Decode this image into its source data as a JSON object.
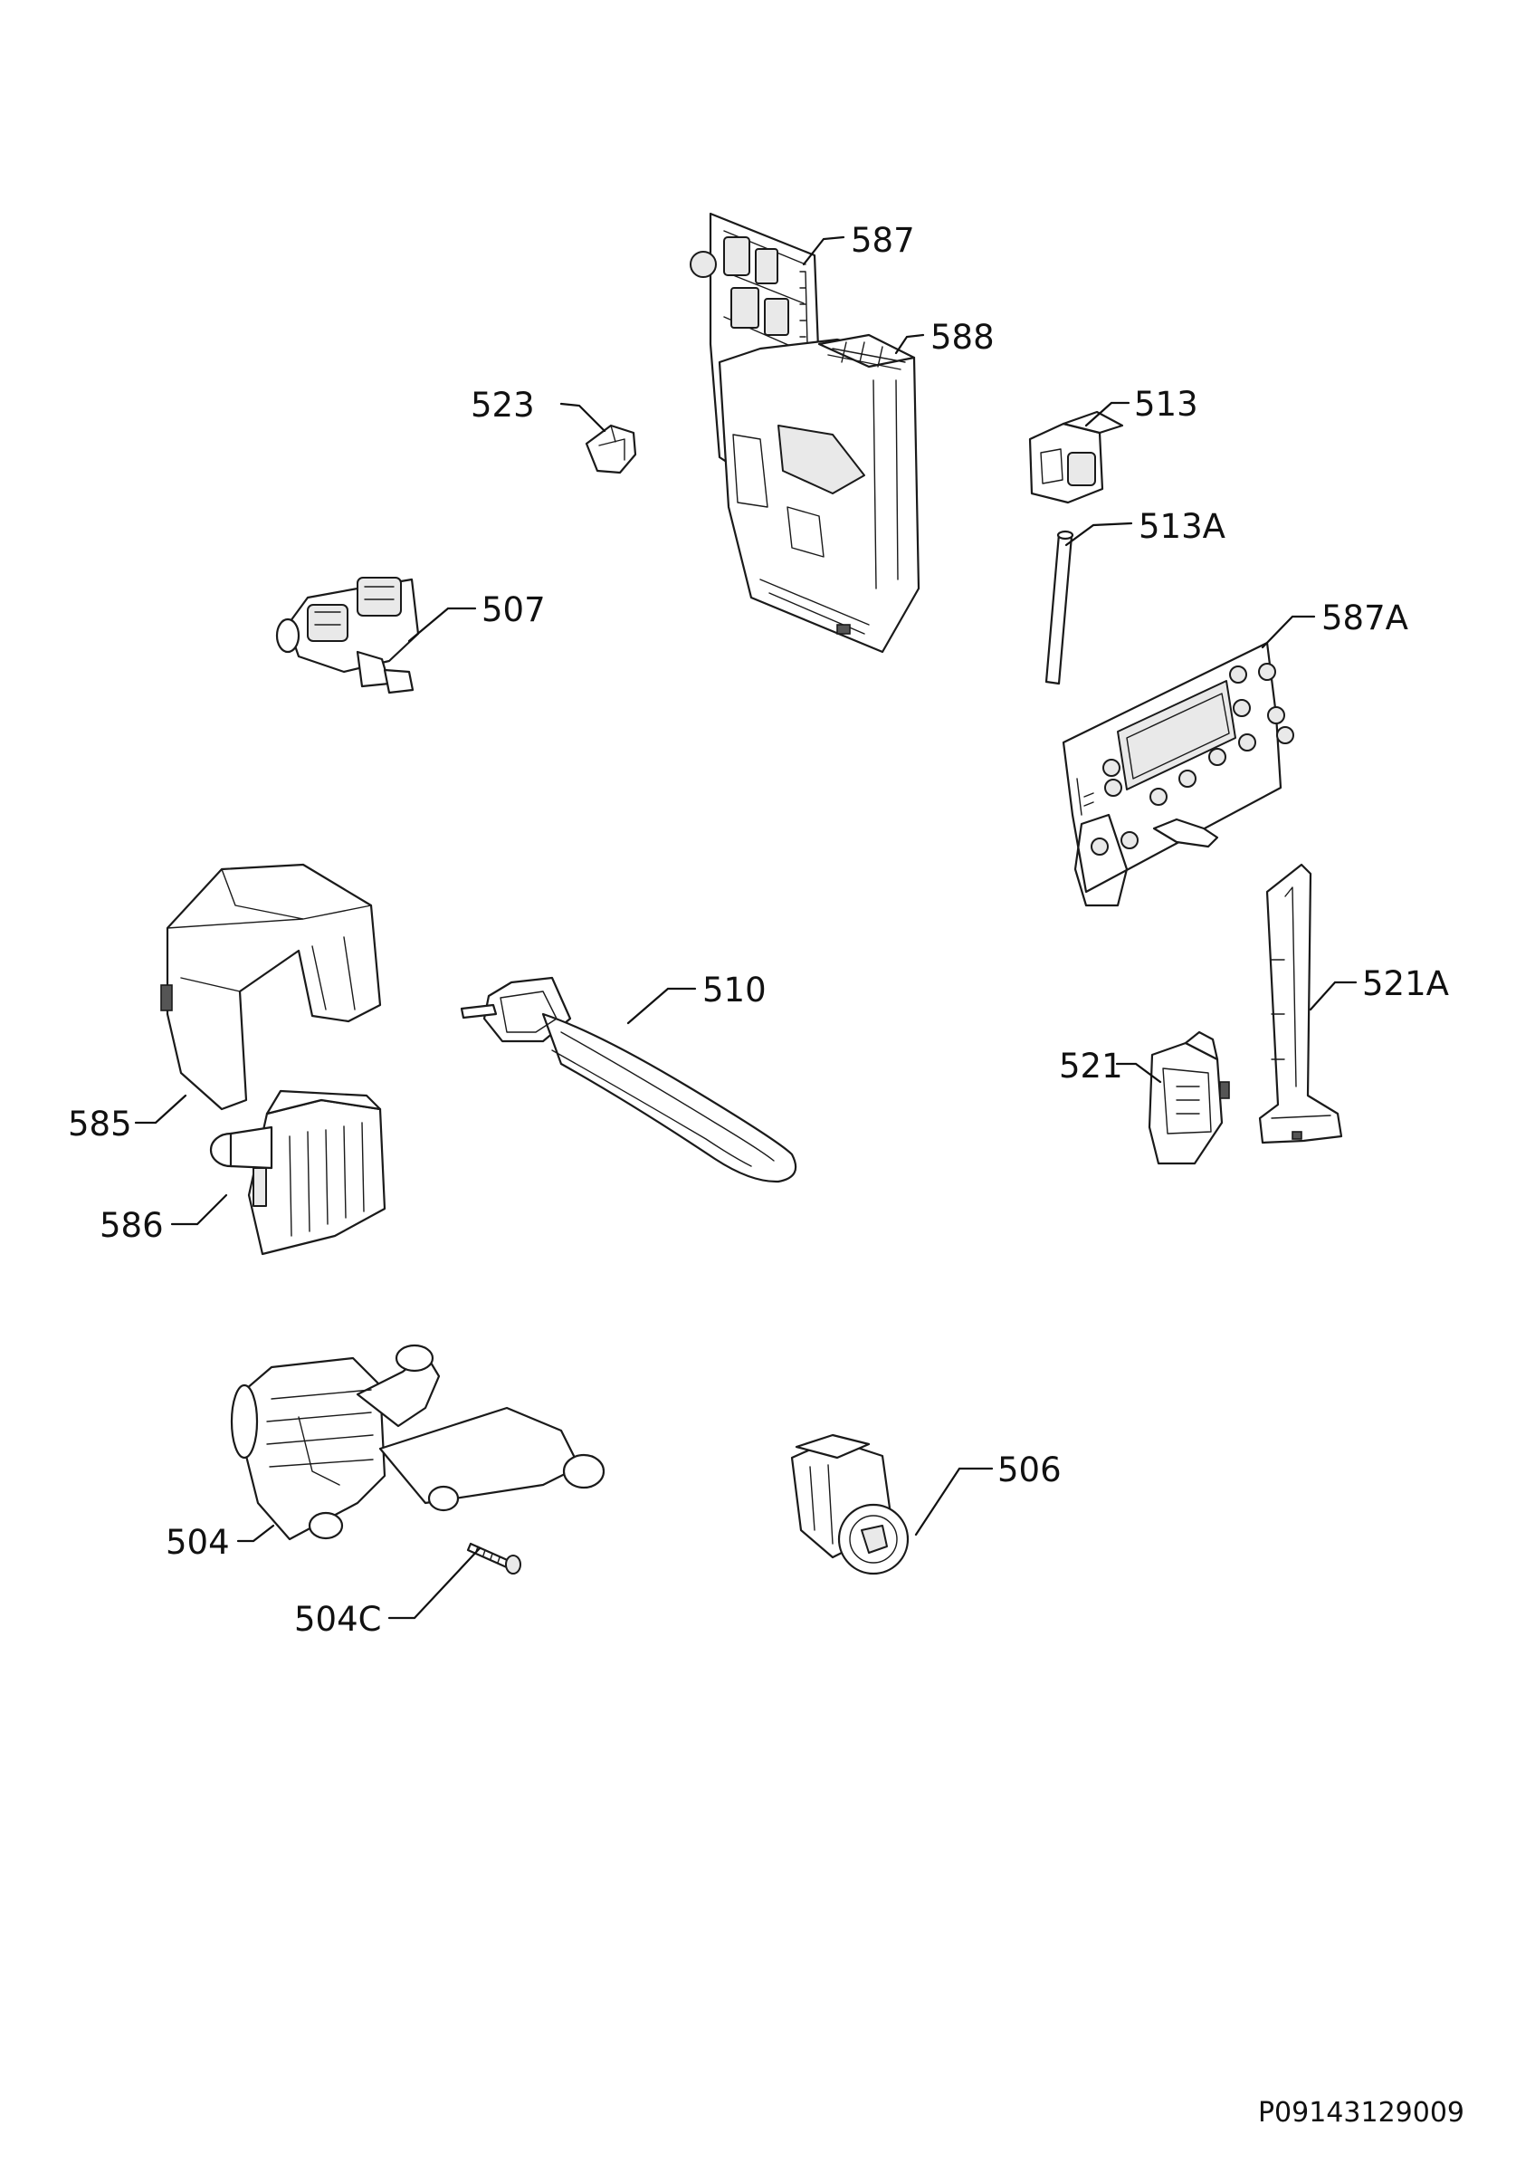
{
  "callouts": {
    "c587": "587",
    "c588": "588",
    "c523": "523",
    "c513": "513",
    "c513A": "513A",
    "c507": "507",
    "c587A": "587A",
    "c510": "510",
    "c521A": "521A",
    "c521": "521",
    "c585": "585",
    "c586": "586",
    "c506": "506",
    "c504": "504",
    "c504C": "504C"
  },
  "drawing_code": "P09143129009"
}
